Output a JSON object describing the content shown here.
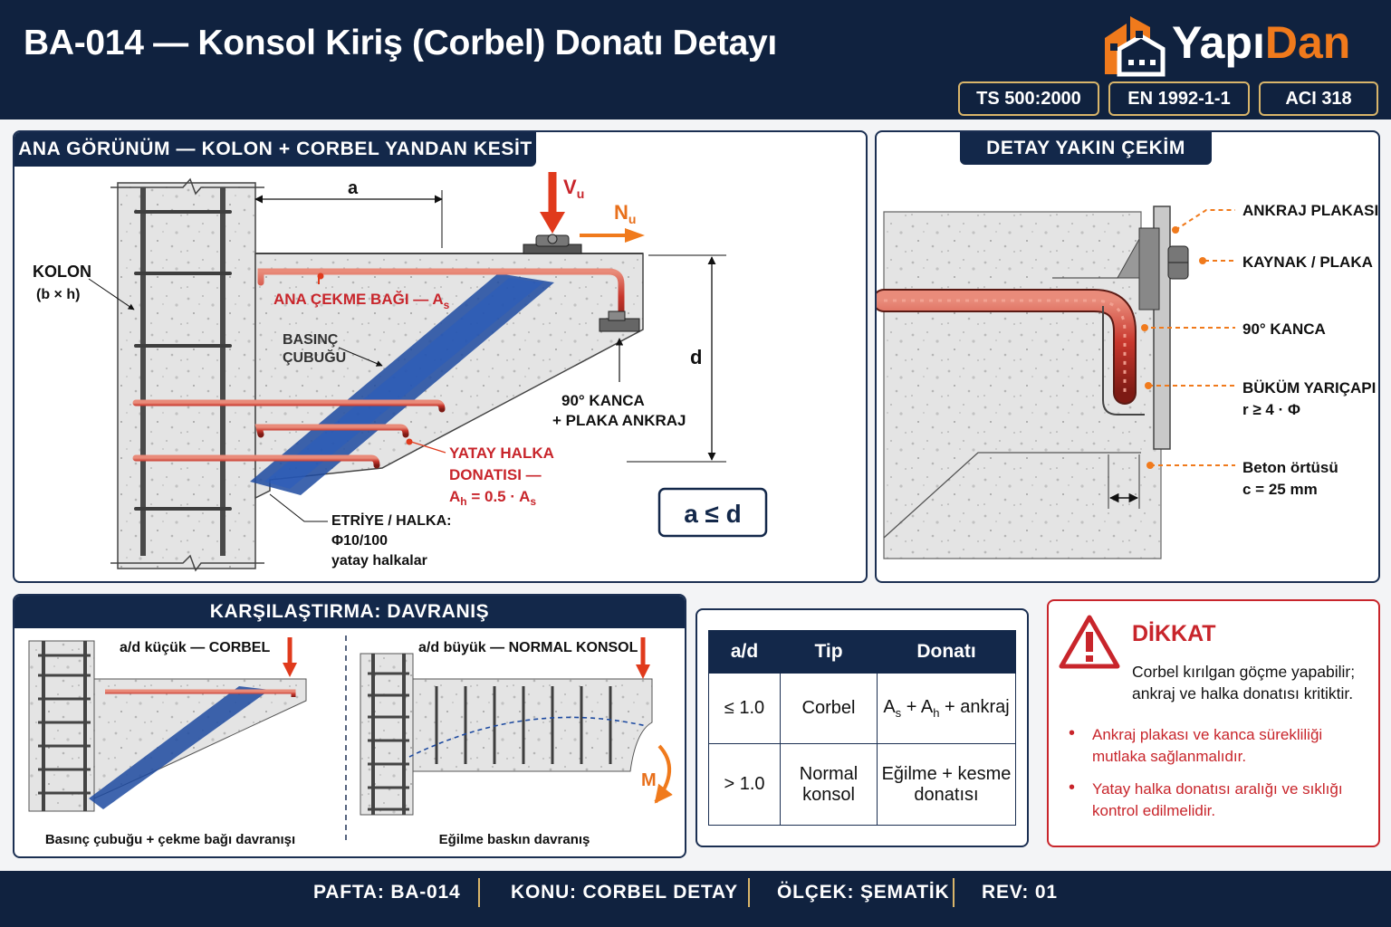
{
  "header": {
    "title": "BA-014 — Konsol Kiriş (Corbel) Donatı Detayı",
    "logo_part1": "Yapı",
    "logo_part2": "Dan",
    "standards": [
      "TS 500:2000",
      "EN 1992-1-1",
      "ACI 318"
    ]
  },
  "main_view": {
    "tab": "ANA GÖRÜNÜM — KOLON + CORBEL YANDAN KESİT",
    "column_label": "KOLON",
    "column_dims": "(b × h)",
    "dim_a": "a",
    "dim_d": "d",
    "load_v": "V",
    "load_v_sub": "u",
    "load_n": "N",
    "load_n_sub": "u",
    "tie_label": "ANA ÇEKME BAĞI — A",
    "tie_label_sub": "s",
    "strut_label_1": "BASINÇ",
    "strut_label_2": "ÇUBUĞU",
    "hook_label_1": "90° KANCA",
    "hook_label_2": "+ PLAKA ANKRAJ",
    "horiz_label_1": "YATAY HALKA",
    "horiz_label_2": "DONATISI —",
    "horiz_label_3a": "A",
    "horiz_label_3b": "h",
    "horiz_label_3c": " = 0.5 · A",
    "horiz_label_3d": "s",
    "stirrup_label_1": "ETRİYE / HALKA:",
    "stirrup_label_2": "Φ10/100",
    "stirrup_label_3": "yatay halkalar",
    "rule": "a ≤ d"
  },
  "detail": {
    "tab": "DETAY  YAKIN ÇEKİM",
    "callouts": [
      "ANKRAJ PLAKASI",
      "KAYNAK / PLAKA",
      "90° KANCA",
      "BÜKÜM YARIÇAPI",
      "r ≥ 4 · Φ",
      "Beton örtüsü",
      "c = 25 mm"
    ]
  },
  "comparison": {
    "tab": "KARŞILAŞTIRMA: DAVRANIŞ",
    "left_title": "a/d küçük — CORBEL",
    "right_title": "a/d büyük — NORMAL KONSOL",
    "left_caption": "Basınç çubuğu + çekme bağı davranışı",
    "right_caption": "Eğilme baskın davranış",
    "moment": "M"
  },
  "table": {
    "headers": [
      "a/d",
      "Tip",
      "Donatı"
    ],
    "r1": {
      "ad": "≤ 1.0",
      "tip": "Corbel",
      "don_a": "A",
      "don_a_sub": "s",
      "don_mid": " + A",
      "don_h_sub": "h",
      "don_end": " + ankraj"
    },
    "r2": {
      "ad": "> 1.0",
      "tip_1": "Normal",
      "tip_2": "konsol",
      "don_1": "Eğilme + kesme",
      "don_2": "donatısı"
    }
  },
  "warning": {
    "title": "DİKKAT",
    "line1": "Corbel kırılgan göçme yapabilir;",
    "line2": "ankraj ve halka donatısı kritiktir.",
    "b1_1": "Ankraj plakası ve kanca sürekliliği",
    "b1_2": "mutlaka sağlanmalıdır.",
    "b2_1": "Yatay halka donatısı aralığı ve sıklığı",
    "b2_2": "kontrol edilmelidir."
  },
  "footer": {
    "pafta_k": "PAFTA:",
    "pafta_v": "BA-014",
    "konu_k": "KONU:",
    "konu_v": "CORBEL DETAY",
    "olcek_k": "ÖLÇEK:",
    "olcek_v": "ŞEMATİK",
    "rev_k": "REV:",
    "rev_v": "01"
  },
  "colors": {
    "navy": "#13284a",
    "rebar": "#c8372d",
    "strut": "#1d4aa0",
    "accent": "#f07a1c",
    "warn": "#c8252b",
    "concrete": "#e3e3e3"
  }
}
